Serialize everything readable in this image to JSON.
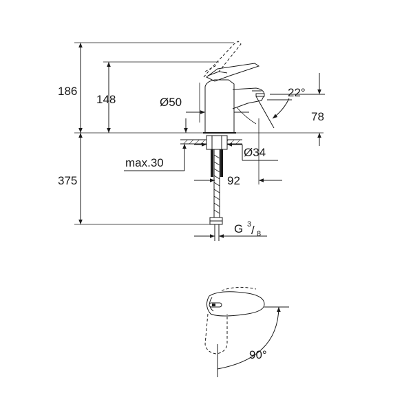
{
  "dimensions": {
    "total_height": "186",
    "spout_height": "148",
    "base_diameter": "Ø50",
    "spout_angle": "22°",
    "spout_clearance": "78",
    "hole_diameter": "Ø34",
    "max_thickness": "max.30",
    "inlet_length": "375",
    "projection": "92",
    "thread": "G",
    "thread_num": "3",
    "thread_den": "8",
    "rotation": "90°"
  }
}
